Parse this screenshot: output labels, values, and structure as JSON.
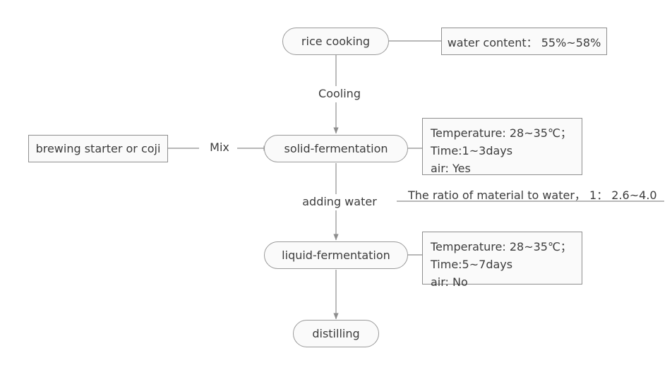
{
  "diagram": {
    "title": "rice wine brewing process flowchart",
    "colors": {
      "node_fill": "#fafafa",
      "node_stroke": "#9a9a9a",
      "box_stroke": "#8e8e8e",
      "text": "#3c3c3c",
      "connector": "#8e8e8e",
      "background": "#ffffff"
    },
    "nodes": {
      "rice_cooking": "rice cooking",
      "solid_fermentation": "solid-fermentation",
      "liquid_fermentation": "liquid-fermentation",
      "distilling": "distilling",
      "brewing_starter": "brewing starter or coji"
    },
    "edge_labels": {
      "cooling": "Cooling",
      "mix": "Mix",
      "adding_water": "adding water"
    },
    "annotations": {
      "water_content": "water content： 55%~58%",
      "ratio": "The ratio of material to water， 1： 2.6~4.0"
    },
    "solid_details": {
      "temperature": "Temperature: 28~35℃；",
      "time": "Time:1~3days",
      "air": "air: Yes"
    },
    "liquid_details": {
      "temperature": "Temperature: 28~35℃；",
      "time": "Time:5~7days",
      "air": "air: No"
    }
  }
}
